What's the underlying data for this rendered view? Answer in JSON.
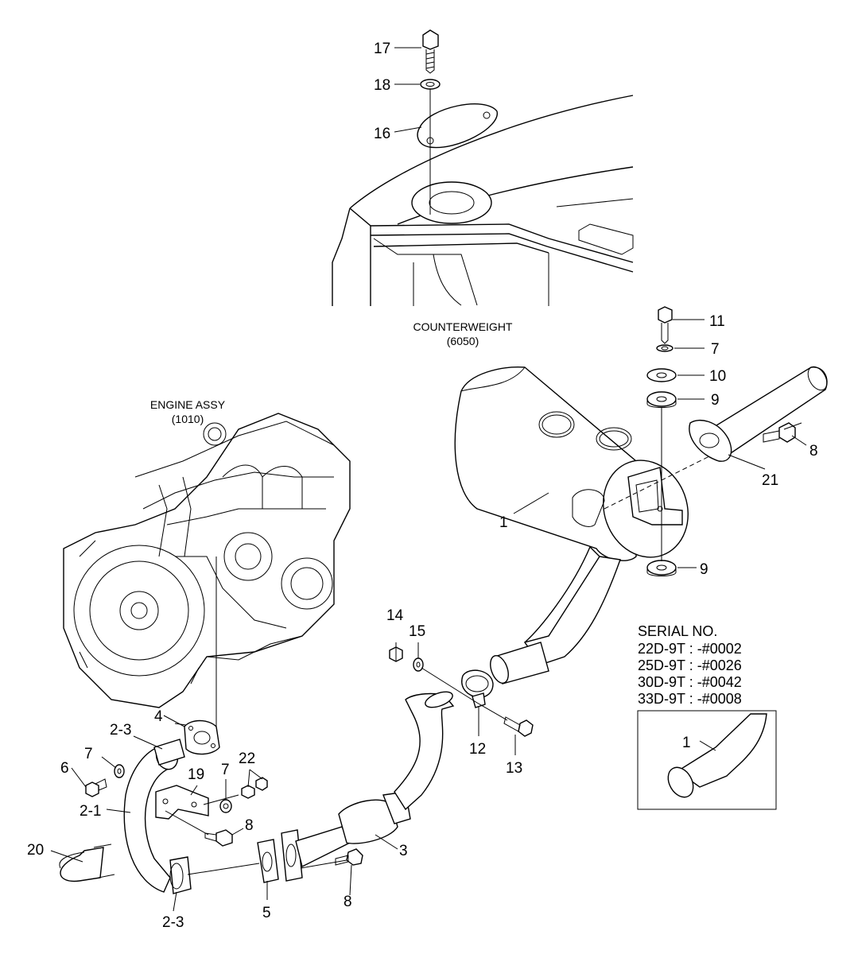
{
  "captions": {
    "counterweight": "COUNTERWEIGHT",
    "counterweight_ref": "(6050)",
    "engine_assy": "ENGINE ASSY",
    "engine_assy_ref": "(1010)"
  },
  "serial": {
    "title": "SERIAL NO.",
    "rows": [
      "22D-9T : -#0002",
      "25D-9T : -#0026",
      "30D-9T : -#0042",
      "33D-9T : -#0008"
    ],
    "inset_label": "1"
  },
  "callouts": {
    "c17": "17",
    "c18": "18",
    "c16": "16",
    "c11": "11",
    "c7a": "7",
    "c10": "10",
    "c9a": "9",
    "c9b": "9",
    "c8a": "8",
    "c21": "21",
    "c1": "1",
    "c14": "14",
    "c15": "15",
    "c12": "12",
    "c13": "13",
    "c4": "4",
    "c23a": "2-3",
    "c7b": "7",
    "c6": "6",
    "c19": "19",
    "c7c": "7",
    "c22": "22",
    "c21b": "2-1",
    "c8b": "8",
    "c20": "20",
    "c23b": "2-3",
    "c5": "5",
    "c3": "3",
    "c8c": "8"
  }
}
